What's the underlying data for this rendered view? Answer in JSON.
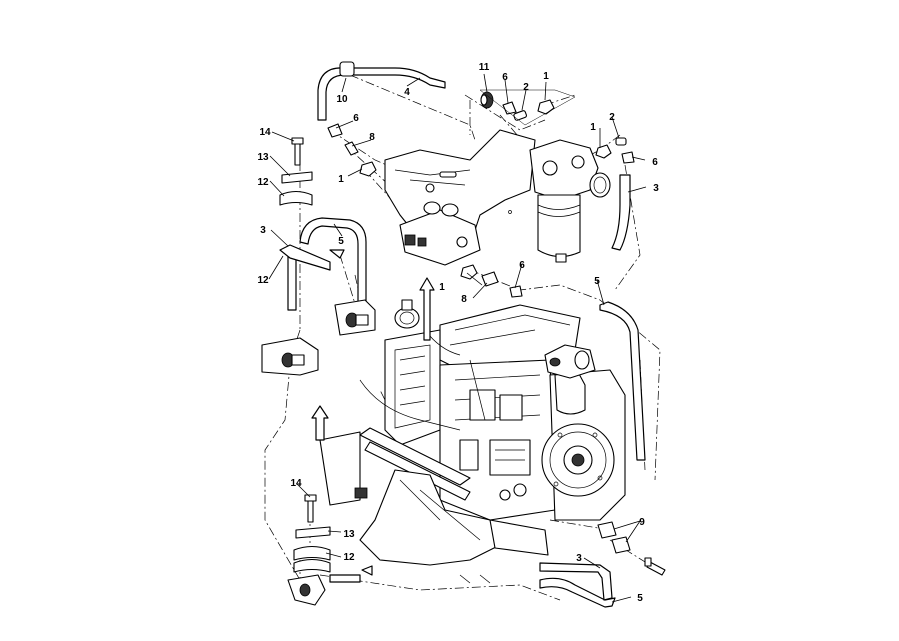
{
  "callouts": [
    {
      "id": "c-11",
      "text": "11"
    },
    {
      "id": "c-6a",
      "text": "6"
    },
    {
      "id": "c-2a",
      "text": "2"
    },
    {
      "id": "c-1a",
      "text": "1"
    },
    {
      "id": "c-10",
      "text": "10"
    },
    {
      "id": "c-4",
      "text": "4"
    },
    {
      "id": "c-6b",
      "text": "6"
    },
    {
      "id": "c-8a",
      "text": "8"
    },
    {
      "id": "c-14a",
      "text": "14"
    },
    {
      "id": "c-13a",
      "text": "13"
    },
    {
      "id": "c-1b",
      "text": "1"
    },
    {
      "id": "c-12a",
      "text": "12"
    },
    {
      "id": "c-3a",
      "text": "3"
    },
    {
      "id": "c-5a",
      "text": "5"
    },
    {
      "id": "c-12b",
      "text": "12"
    },
    {
      "id": "c-1c",
      "text": "1"
    },
    {
      "id": "c-2b",
      "text": "2"
    },
    {
      "id": "c-6c",
      "text": "6"
    },
    {
      "id": "c-3b",
      "text": "3"
    },
    {
      "id": "c-6d",
      "text": "6"
    },
    {
      "id": "c-1d",
      "text": "1"
    },
    {
      "id": "c-8b",
      "text": "8"
    },
    {
      "id": "c-5b",
      "text": "5"
    },
    {
      "id": "c-14b",
      "text": "14"
    },
    {
      "id": "c-13b",
      "text": "13"
    },
    {
      "id": "c-12c",
      "text": "12"
    },
    {
      "id": "c-9",
      "text": "9"
    },
    {
      "id": "c-3c",
      "text": "3"
    },
    {
      "id": "c-5c",
      "text": "5"
    }
  ]
}
